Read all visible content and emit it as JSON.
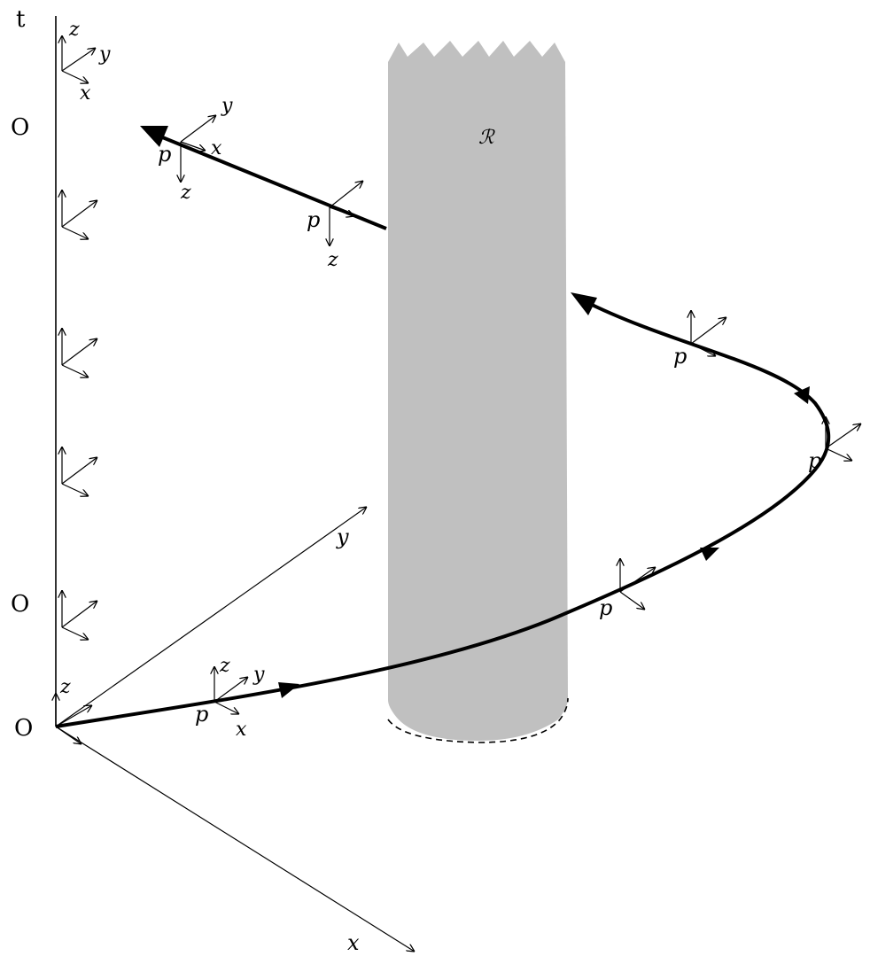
{
  "axes": {
    "t_label": "t",
    "x_label": "x",
    "y_label": "y",
    "z_label": "z"
  },
  "time_labels": [
    "O",
    "O",
    "O"
  ],
  "region_label": "ℛ",
  "point_label": "p",
  "colors": {
    "region_fill": "#c0c0c0",
    "ink": "#000000",
    "background": "#ffffff"
  }
}
